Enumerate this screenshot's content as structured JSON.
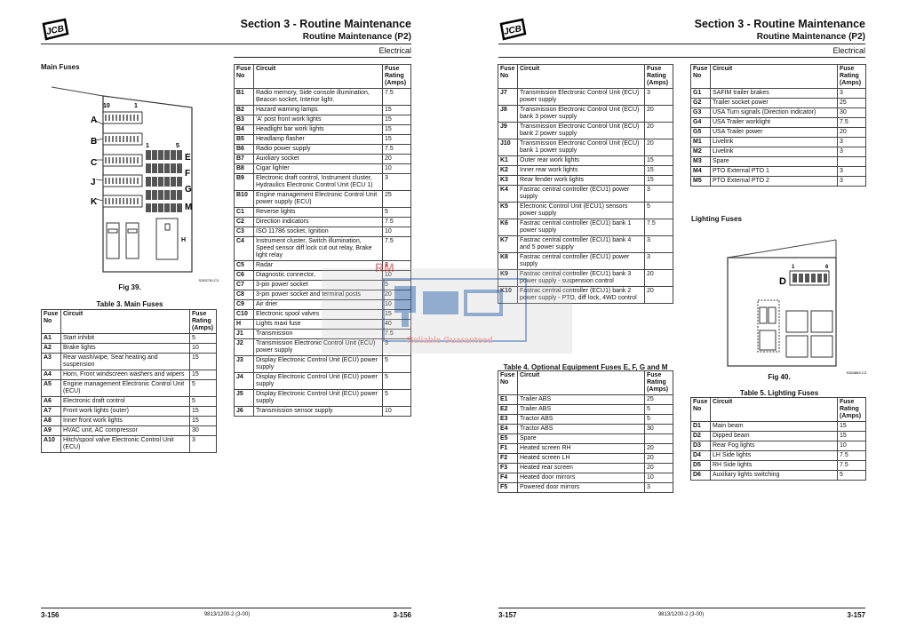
{
  "pages": [
    {
      "section_title": "Section 3 - Routine Maintenance",
      "subsection": "Routine Maintenance (P2)",
      "topic": "Electrical",
      "page_number": "3-156",
      "doc_code": "9813/1200-2 (3-00)"
    },
    {
      "section_title": "Section 3 - Routine Maintenance",
      "subsection": "Routine Maintenance (P2)",
      "topic": "Electrical",
      "page_number": "3-157",
      "doc_code": "9813/1200-2 (3-00)"
    }
  ],
  "logo_text": "JCB",
  "main_fuses": {
    "heading": "Main Fuses",
    "figure_caption": "Fig 39.",
    "figure_code": "S283730-C3",
    "diagram_labels": [
      "A",
      "B",
      "C",
      "J",
      "K",
      "E",
      "F",
      "G",
      "M",
      "H",
      "10",
      "1",
      "1",
      "5"
    ],
    "table_title": "Table 3. Main Fuses"
  },
  "headers": {
    "fuse_no": "Fuse No",
    "circuit": "Circuit",
    "rating": "Fuse Rating (Amps)"
  },
  "table3_a": [
    {
      "no": "A1",
      "circuit": "Start inhibit",
      "amps": "5"
    },
    {
      "no": "A2",
      "circuit": "Brake lights",
      "amps": "10"
    },
    {
      "no": "A3",
      "circuit": "Rear wash/wipe, Seat heating and suspension",
      "amps": "15"
    },
    {
      "no": "A4",
      "circuit": "Horn, Front windscreen washers and wipers",
      "amps": "15"
    },
    {
      "no": "A5",
      "circuit": "Engine management Electronic Control Unit (ECU)",
      "amps": "5"
    },
    {
      "no": "A6",
      "circuit": "Electronic draft control",
      "amps": "5"
    },
    {
      "no": "A7",
      "circuit": "Front work lights (outer)",
      "amps": "15"
    },
    {
      "no": "A8",
      "circuit": "Inner front work lights",
      "amps": "15"
    },
    {
      "no": "A9",
      "circuit": "HVAC unit, AC compressor",
      "amps": "30"
    },
    {
      "no": "A10",
      "circuit": "Hitch/spool valve Electronic Control Unit (ECU)",
      "amps": "3"
    }
  ],
  "table3_b": [
    {
      "no": "B1",
      "circuit": "Radio memory, Side console illumination, Beacon socket, Interior light.",
      "amps": "7.5"
    },
    {
      "no": "B2",
      "circuit": "Hazard warning lamps",
      "amps": "15"
    },
    {
      "no": "B3",
      "circuit": "'A' post front work lights",
      "amps": "15"
    },
    {
      "no": "B4",
      "circuit": "Headlight bar work lights",
      "amps": "15"
    },
    {
      "no": "B5",
      "circuit": "Headlamp flasher",
      "amps": "15"
    },
    {
      "no": "B6",
      "circuit": "Radio power supply",
      "amps": "7.5"
    },
    {
      "no": "B7",
      "circuit": "Auxiliary socket",
      "amps": "20"
    },
    {
      "no": "B8",
      "circuit": "Cigar lighter",
      "amps": "10"
    },
    {
      "no": "B9",
      "circuit": "Electronic draft control, Instrument cluster, Hydraulics Electronic Control Unit (ECU 1)",
      "amps": "3"
    },
    {
      "no": "B10",
      "circuit": "Engine management Electronic Control Unit power supply (ECU)",
      "amps": "25"
    },
    {
      "no": "C1",
      "circuit": "Reverse lights",
      "amps": "5"
    },
    {
      "no": "C2",
      "circuit": "Direction indicators",
      "amps": "7.5"
    },
    {
      "no": "C3",
      "circuit": "ISO 11786 socket, Ignition",
      "amps": "10"
    },
    {
      "no": "C4",
      "circuit": "Instrument cluster, Switch illumination, Speed sensor diff lock cut out relay, Brake light relay",
      "amps": "7.5"
    },
    {
      "no": "C5",
      "circuit": "Radar",
      "amps": "3"
    },
    {
      "no": "C6",
      "circuit": "Diagnostic connector,",
      "amps": "10"
    },
    {
      "no": "C7",
      "circuit": "3-pin power socket",
      "amps": "5"
    },
    {
      "no": "C8",
      "circuit": "3-pin power socket and terminal posts",
      "amps": "20"
    },
    {
      "no": "C9",
      "circuit": "Air drier",
      "amps": "10"
    },
    {
      "no": "C10",
      "circuit": "Electronic spool valves",
      "amps": "15"
    },
    {
      "no": "H",
      "circuit": "Lights maxi fuse",
      "amps": "40"
    },
    {
      "no": "J1",
      "circuit": "Transmission",
      "amps": "7.5"
    },
    {
      "no": "J2",
      "circuit": "Transmission Electronic Control Unit (ECU) power supply",
      "amps": "3"
    },
    {
      "no": "J3",
      "circuit": "Display Electronic Control Unit (ECU) power supply",
      "amps": "5"
    },
    {
      "no": "J4",
      "circuit": "Display Electronic Control Unit (ECU) power supply",
      "amps": "5"
    },
    {
      "no": "J5",
      "circuit": "Display Electronic Control Unit (ECU) power supply",
      "amps": "5"
    },
    {
      "no": "J6",
      "circuit": "Transmission sensor supply",
      "amps": "10"
    }
  ],
  "table3_c": [
    {
      "no": "J7",
      "circuit": "Transmission Electronic Control Unit (ECU) power supply",
      "amps": "3"
    },
    {
      "no": "J8",
      "circuit": "Transmission Electronic Control Unit (ECU) bank 3 power supply",
      "amps": "20"
    },
    {
      "no": "J9",
      "circuit": "Transmission Electronic Control Unit (ECU) bank 2 power supply",
      "amps": "20"
    },
    {
      "no": "J10",
      "circuit": "Transmission Electronic Control Unit (ECU) bank 1 power supply",
      "amps": "20"
    },
    {
      "no": "K1",
      "circuit": "Outer rear work lights",
      "amps": "15"
    },
    {
      "no": "K2",
      "circuit": "Inner rear work lights",
      "amps": "15"
    },
    {
      "no": "K3",
      "circuit": "Rear fender work lights",
      "amps": "15"
    },
    {
      "no": "K4",
      "circuit": "Fastrac central controller (ECU1) power supply",
      "amps": "3"
    },
    {
      "no": "K5",
      "circuit": "Electronic Control Unit (ECU1) sensors power supply",
      "amps": "5"
    },
    {
      "no": "K6",
      "circuit": "Fastrac central controller (ECU1) bank 1 power supply",
      "amps": "7.5"
    },
    {
      "no": "K7",
      "circuit": "Fastrac central controller (ECU1) bank 4 and 5 power supply",
      "amps": "3"
    },
    {
      "no": "K8",
      "circuit": "Fastrac central controller (ECU1) power supply",
      "amps": "3"
    },
    {
      "no": "K9",
      "circuit": "Fastrac central controller (ECU1) bank 3 power supply - suspension control",
      "amps": "20"
    },
    {
      "no": "K10",
      "circuit": "Fastrac central controller (ECU1) bank 2 power supply - PTO, diff lock, 4WD control",
      "amps": "20"
    }
  ],
  "table4": {
    "title": "Table 4. Optional Equipment Fuses E, F, G and M",
    "rows": [
      {
        "no": "E1",
        "circuit": "Trailer ABS",
        "amps": "25"
      },
      {
        "no": "E2",
        "circuit": "Trailer ABS",
        "amps": "5"
      },
      {
        "no": "E3",
        "circuit": "Tractor ABS",
        "amps": "5"
      },
      {
        "no": "E4",
        "circuit": "Tractor ABS",
        "amps": "30"
      },
      {
        "no": "E5",
        "circuit": "Spare",
        "amps": ""
      },
      {
        "no": "F1",
        "circuit": "Heated screen RH",
        "amps": "20"
      },
      {
        "no": "F2",
        "circuit": "Heated screen LH",
        "amps": "20"
      },
      {
        "no": "F3",
        "circuit": "Heated rear screen",
        "amps": "20"
      },
      {
        "no": "F4",
        "circuit": "Heated door mirrors",
        "amps": "10"
      },
      {
        "no": "F5",
        "circuit": "Powered door mirrors",
        "amps": "3"
      }
    ],
    "rows_cont": [
      {
        "no": "G1",
        "circuit": "SAFIM trailer brakes",
        "amps": "3"
      },
      {
        "no": "G2",
        "circuit": "Trailer socket power",
        "amps": "25"
      },
      {
        "no": "G3",
        "circuit": "USA Turn signals (Direction indicator)",
        "amps": "30"
      },
      {
        "no": "G4",
        "circuit": "USA Trailer worklight",
        "amps": "7.5"
      },
      {
        "no": "G5",
        "circuit": "USA Trailer power",
        "amps": "20"
      },
      {
        "no": "M1",
        "circuit": "Livelink",
        "amps": "3"
      },
      {
        "no": "M2",
        "circuit": "Livelink",
        "amps": "3"
      },
      {
        "no": "M3",
        "circuit": "Spare",
        "amps": ""
      },
      {
        "no": "M4",
        "circuit": "PTO External PTO 1",
        "amps": "3"
      },
      {
        "no": "M5",
        "circuit": "PTO External PTO 2",
        "amps": "3"
      }
    ]
  },
  "lighting": {
    "heading": "Lighting Fuses",
    "figure_caption": "Fig 40.",
    "figure_code": "S283883-C3",
    "diagram_labels": [
      "D",
      "1",
      "6"
    ],
    "table_title": "Table 5. Lighting Fuses",
    "rows": [
      {
        "no": "D1",
        "circuit": "Main beam",
        "amps": "15"
      },
      {
        "no": "D2",
        "circuit": "Dipped beam",
        "amps": "15"
      },
      {
        "no": "D3",
        "circuit": "Rear Fog lights",
        "amps": "10"
      },
      {
        "no": "D4",
        "circuit": "LH Side lights",
        "amps": "7.5"
      },
      {
        "no": "D5",
        "circuit": "RH Side lights",
        "amps": "7.5"
      },
      {
        "no": "D6",
        "circuit": "Auxiliary lights switching",
        "amps": "5"
      }
    ]
  },
  "watermark": {
    "letters": "RM",
    "text": "Reliable Guaranteed"
  }
}
